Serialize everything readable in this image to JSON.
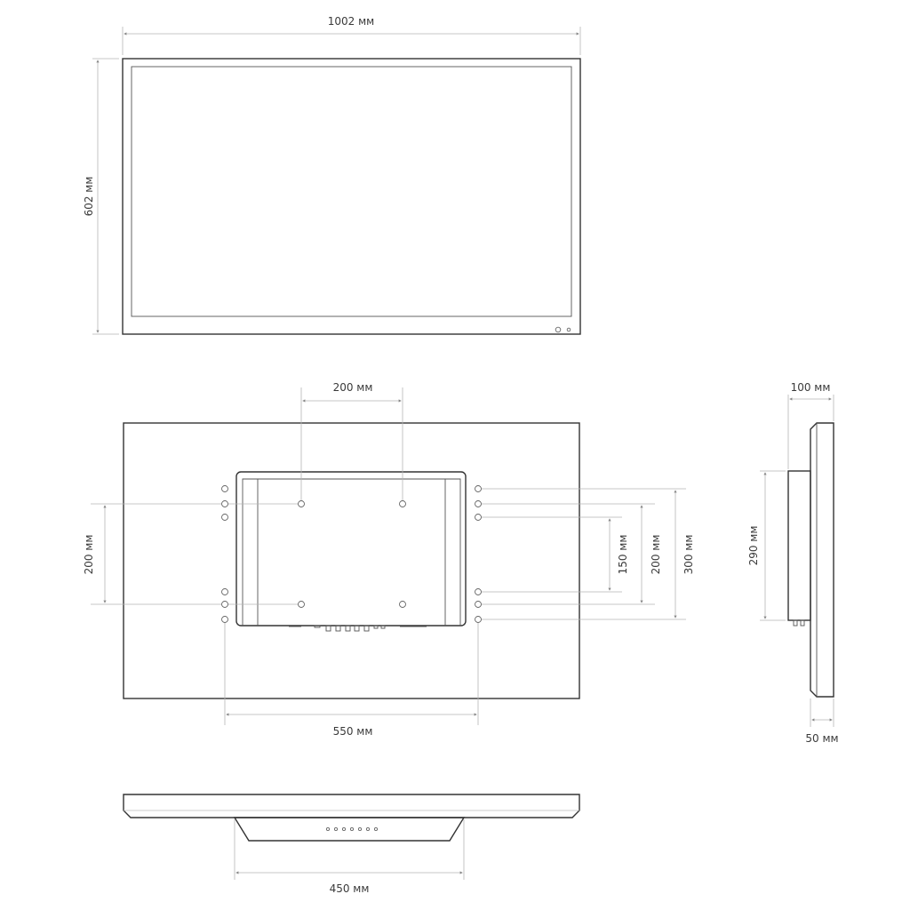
{
  "front_view": {
    "width_label": "1002 мм",
    "height_label": "602 мм"
  },
  "back_view": {
    "vesa_horizontal_label": "200 мм",
    "vesa_vertical_label": "200 мм",
    "hole_spacing_150_label": "150 мм",
    "hole_spacing_200_label": "200 мм",
    "hole_spacing_300_label": "300 мм",
    "hole_width_label": "550 мм"
  },
  "side_view": {
    "total_depth_label": "100 мм",
    "box_height_label": "290 мм",
    "panel_depth_label": "50 мм"
  },
  "bottom_view": {
    "stand_width_label": "450 мм"
  }
}
